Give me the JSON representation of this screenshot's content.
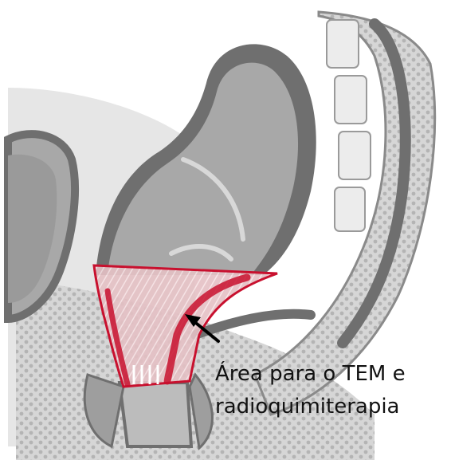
{
  "annotation": {
    "line1": "Área para o TEM e",
    "line2": "radioquimiterapia"
  },
  "colors": {
    "background": "#ffffff",
    "tissue_light": "#d0d0d0",
    "tissue_mid": "#a8a8a8",
    "tissue_dark": "#6f6f6f",
    "bone_dots": "#b9b9b9",
    "highlight_fill": "#e8a0a6",
    "highlight_stroke": "#c8102e",
    "arrow": "#000000"
  },
  "icons": [
    "pelvic-sagittal-illustration",
    "arrow-icon"
  ]
}
